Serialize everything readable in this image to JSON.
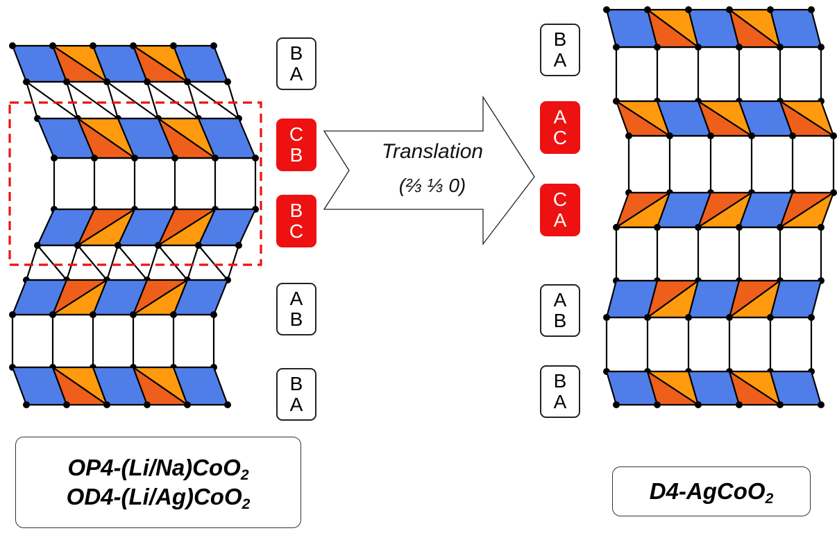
{
  "colors": {
    "octahedron": "#4f7ee8",
    "tetra_light": "#ff9a0e",
    "tetra_dark": "#ef5f1c",
    "edge": "#000000",
    "highlight": "#ee1111",
    "arrow_fill": "#ffffff"
  },
  "left_structure": {
    "stacking": [
      {
        "top": "B",
        "bottom": "A",
        "highlight": false
      },
      {
        "top": "C",
        "bottom": "B",
        "highlight": true
      },
      {
        "top": "B",
        "bottom": "C",
        "highlight": true
      },
      {
        "top": "A",
        "bottom": "B",
        "highlight": false
      },
      {
        "top": "B",
        "bottom": "A",
        "highlight": false
      }
    ],
    "label_line_1": "OP4-(Li/Na)CoO",
    "label_line_1_sub": "2",
    "label_line_2": "OD4-(Li/Ag)CoO",
    "label_line_2_sub": "2"
  },
  "arrow": {
    "label": "Translation",
    "vector": "(⅔ ⅓ 0)"
  },
  "right_structure": {
    "stacking": [
      {
        "top": "B",
        "bottom": "A",
        "highlight": false
      },
      {
        "top": "A",
        "bottom": "C",
        "highlight": true
      },
      {
        "top": "C",
        "bottom": "A",
        "highlight": true
      },
      {
        "top": "A",
        "bottom": "B",
        "highlight": false
      },
      {
        "top": "B",
        "bottom": "A",
        "highlight": false
      }
    ],
    "label": "D4-AgCoO",
    "label_sub": "2"
  }
}
